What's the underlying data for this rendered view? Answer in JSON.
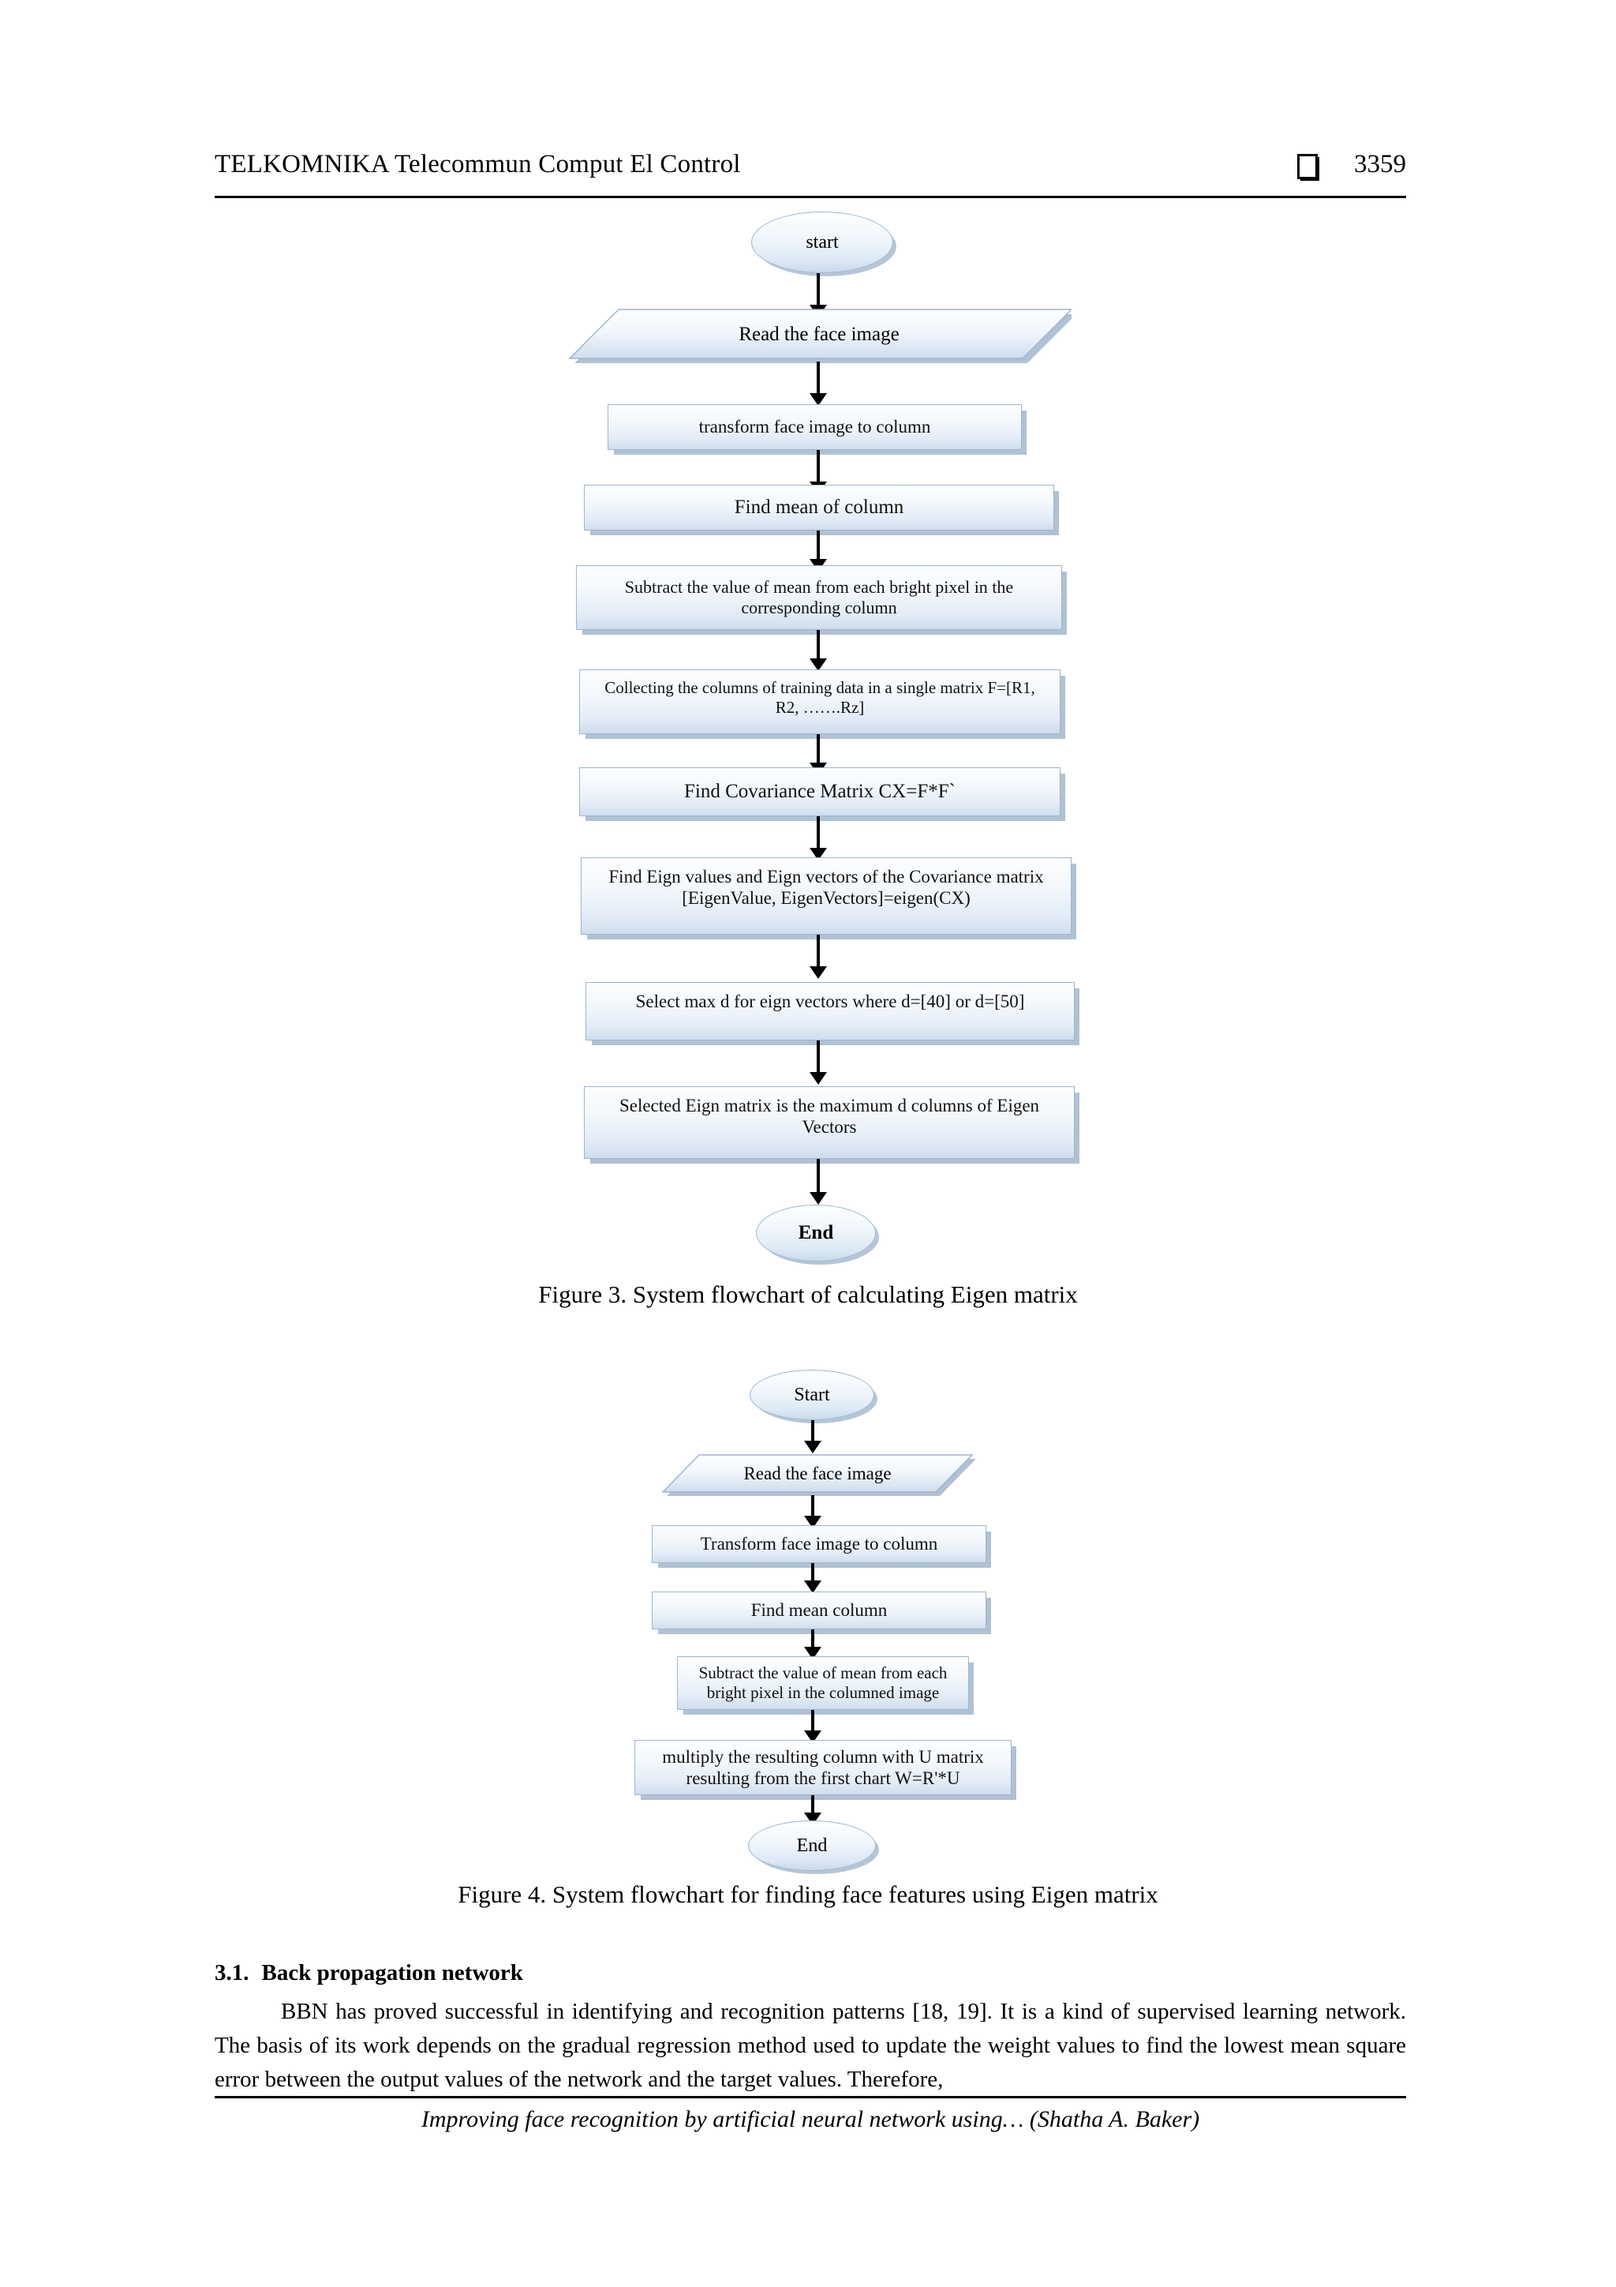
{
  "header": {
    "journal_title": "TELKOMNIKA Telecommun Comput El Control",
    "marker_icon": "hollow-square-icon",
    "page_number": "3359"
  },
  "figure3": {
    "caption": "Figure 3. System flowchart of calculating Eigen matrix",
    "nodes": [
      {
        "id": "start",
        "type": "terminator",
        "label": "start"
      },
      {
        "id": "read",
        "type": "input-output",
        "label": "Read the face image"
      },
      {
        "id": "transform",
        "type": "process",
        "label": "transform face image to column"
      },
      {
        "id": "mean",
        "type": "process",
        "label": "Find mean of column"
      },
      {
        "id": "subtract",
        "type": "process",
        "label": "Subtract the value of mean from each bright pixel in the corresponding column"
      },
      {
        "id": "collect",
        "type": "process",
        "label": "Collecting the columns of training data in a single matrix    F=[R1, R2, …….Rz]"
      },
      {
        "id": "covariance",
        "type": "process",
        "label": "Find Covariance Matrix  CX=F*F`"
      },
      {
        "id": "eigen",
        "type": "process",
        "label": "Find Eign values and Eign vectors of the Covariance matrix [EigenValue, EigenVectors]=eigen(CX)"
      },
      {
        "id": "selectmax",
        "type": "process",
        "label": "Select max d for eign vectors where  d=[40]  or d=[50]"
      },
      {
        "id": "selected",
        "type": "process",
        "label": "Selected Eign matrix is the maximum d columns of Eigen Vectors"
      },
      {
        "id": "end",
        "type": "terminator",
        "label": "End"
      }
    ]
  },
  "figure4": {
    "caption": "Figure 4. System flowchart for finding face features using Eigen matrix",
    "nodes": [
      {
        "id": "start",
        "type": "terminator",
        "label": "Start"
      },
      {
        "id": "read",
        "type": "input-output",
        "label": "Read the face image"
      },
      {
        "id": "transform",
        "type": "process",
        "label": "Transform face image to column"
      },
      {
        "id": "mean",
        "type": "process",
        "label": "Find mean column"
      },
      {
        "id": "subtract",
        "type": "process",
        "label": "Subtract the value of mean from each bright pixel in the columned image"
      },
      {
        "id": "multiply",
        "type": "process",
        "label": "multiply the resulting column with U matrix resulting from the first chart W=R'*U"
      },
      {
        "id": "end",
        "type": "terminator",
        "label": "End"
      }
    ]
  },
  "section": {
    "number": "3.1.",
    "title": "Back propagation network",
    "paragraph": "BBN has proved successful in identifying and recognition patterns [18, 19]. It is a kind of supervised learning network. The basis of its work depends on the gradual regression method used to update the weight values to find the lowest mean square error between the output values of the network and the target values. Therefore,"
  },
  "footer": {
    "running_title": "Improving face recognition by artificial neural network using… (Shatha A. Baker)"
  },
  "colors": {
    "shape_border": "#9db6cf",
    "shape_fill_top": "#fdfeff",
    "shape_fill_bottom": "#cfdded",
    "text": "#000000",
    "rule": "#000000"
  }
}
